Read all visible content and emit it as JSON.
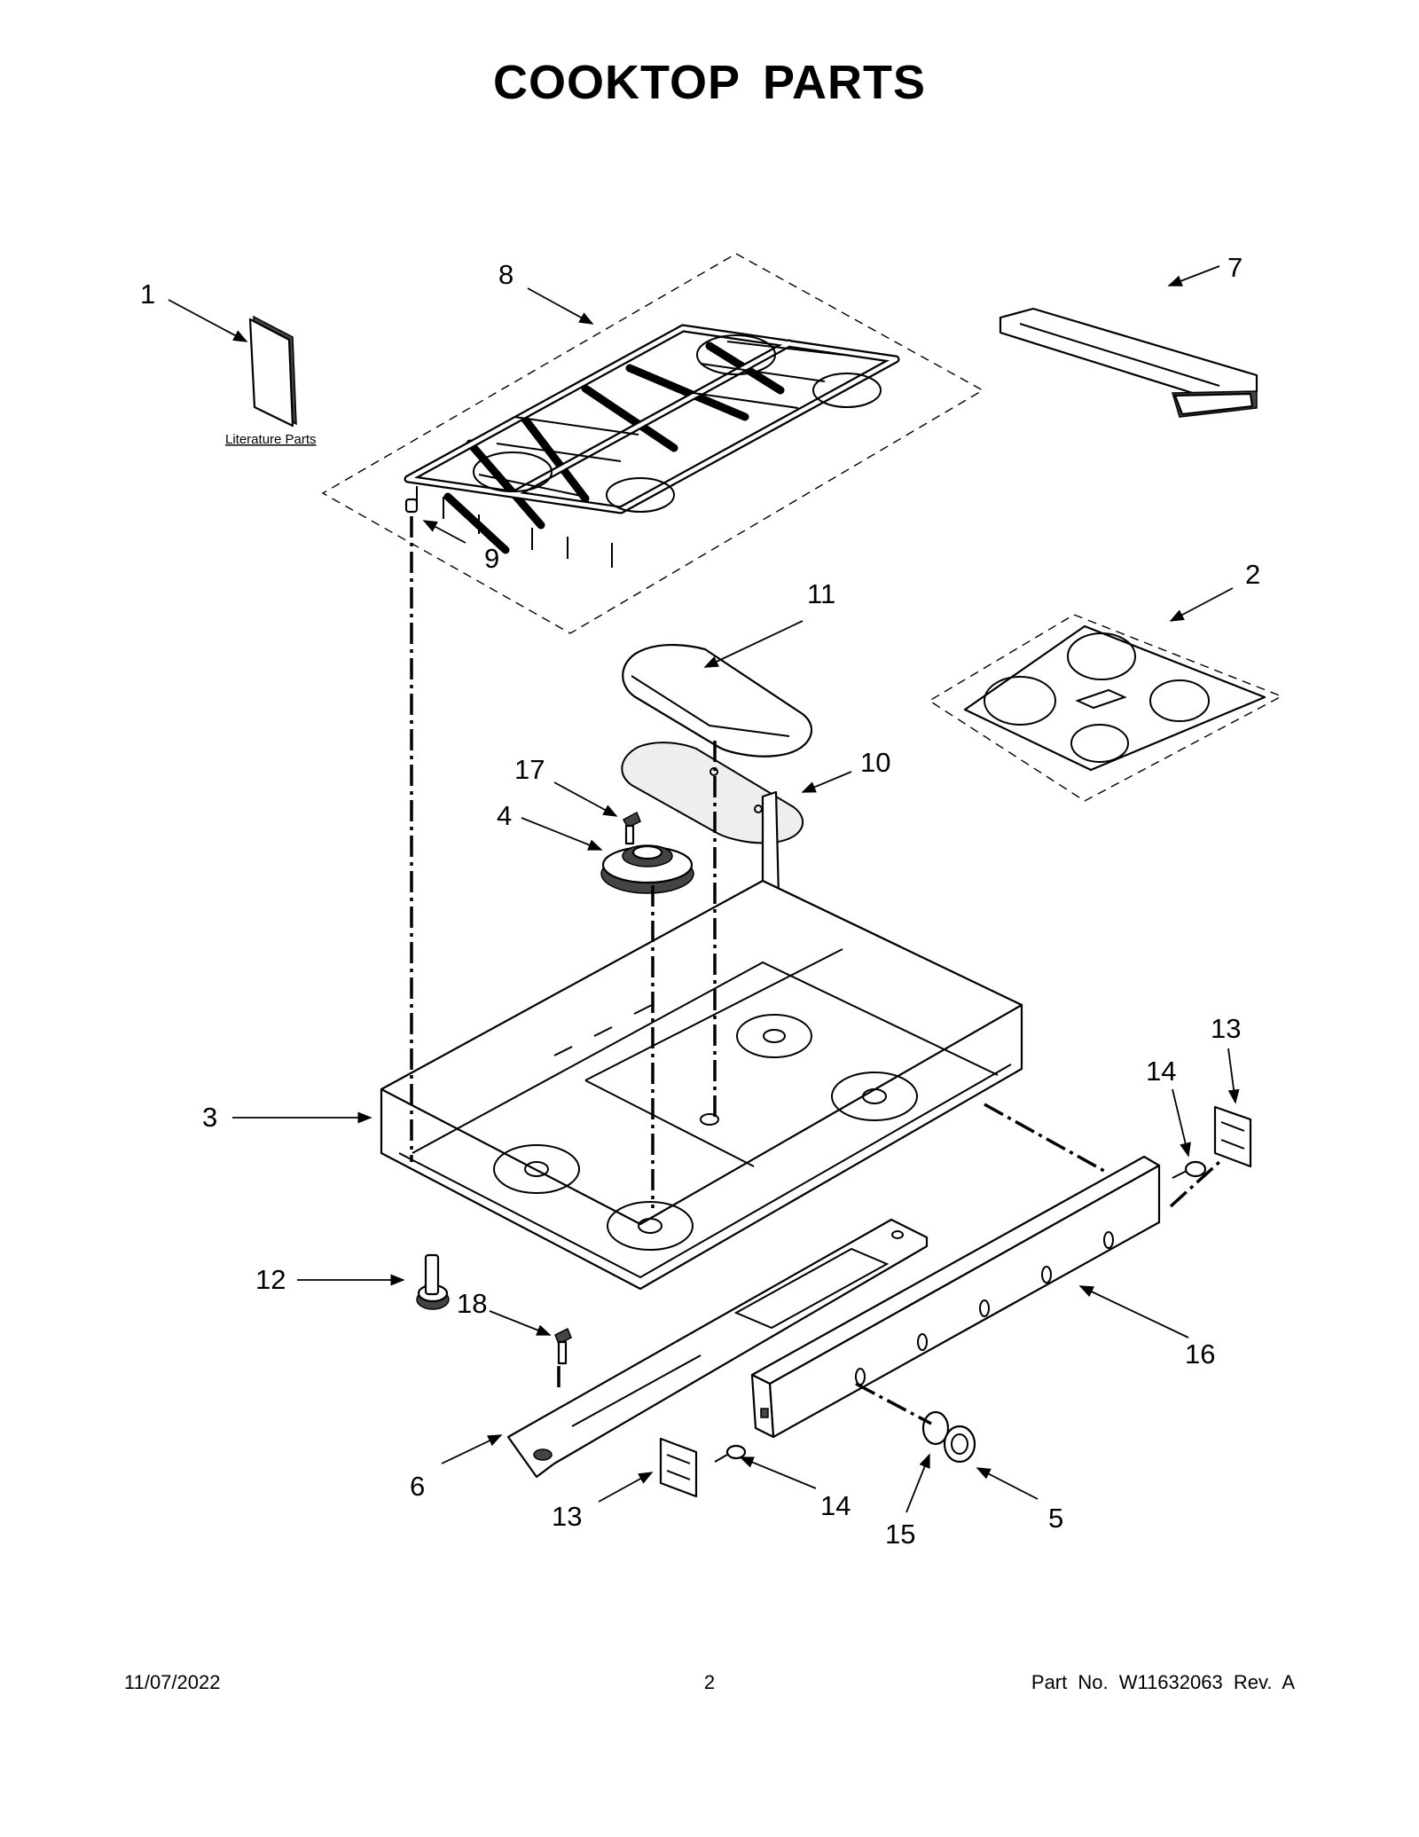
{
  "page": {
    "title": "COOKTOP  PARTS",
    "footer_date": "11/07/2022",
    "footer_page": "2",
    "footer_part": "Part No.  W11632063  Rev.  A"
  },
  "diagram": {
    "literature_label": "Literature Parts",
    "callouts": [
      "1",
      "2",
      "3",
      "4",
      "5",
      "6",
      "7",
      "8",
      "9",
      "10",
      "11",
      "12",
      "13",
      "13",
      "14",
      "14",
      "15",
      "16",
      "17",
      "18"
    ]
  }
}
